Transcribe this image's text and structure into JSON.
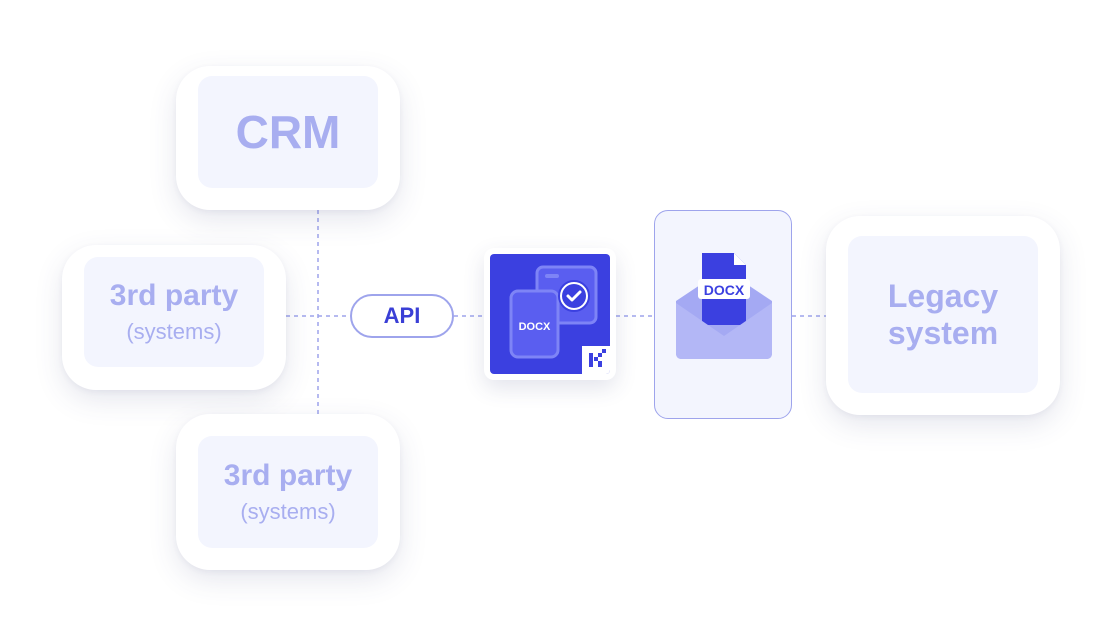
{
  "nodes": {
    "crm": {
      "title": "CRM"
    },
    "third_party_left": {
      "title": "3rd party",
      "subtitle": "(systems)"
    },
    "third_party_bottom": {
      "title": "3rd party",
      "subtitle": "(systems)"
    },
    "legacy": {
      "title_line1": "Legacy",
      "title_line2": "system"
    }
  },
  "api": {
    "label": "API"
  },
  "app_tile": {
    "file_label": "DOCX",
    "icon": "docx-document-check-icon",
    "logo": "k-logo-icon"
  },
  "email": {
    "file_label": "DOCX",
    "icon": "envelope-docx-icon"
  },
  "colors": {
    "accent": "#3b40e0",
    "muted_text": "#a8aef0",
    "line": "#9ea4ec",
    "card_inner": "#f3f5fe",
    "envelope": "#a4a9f3"
  }
}
